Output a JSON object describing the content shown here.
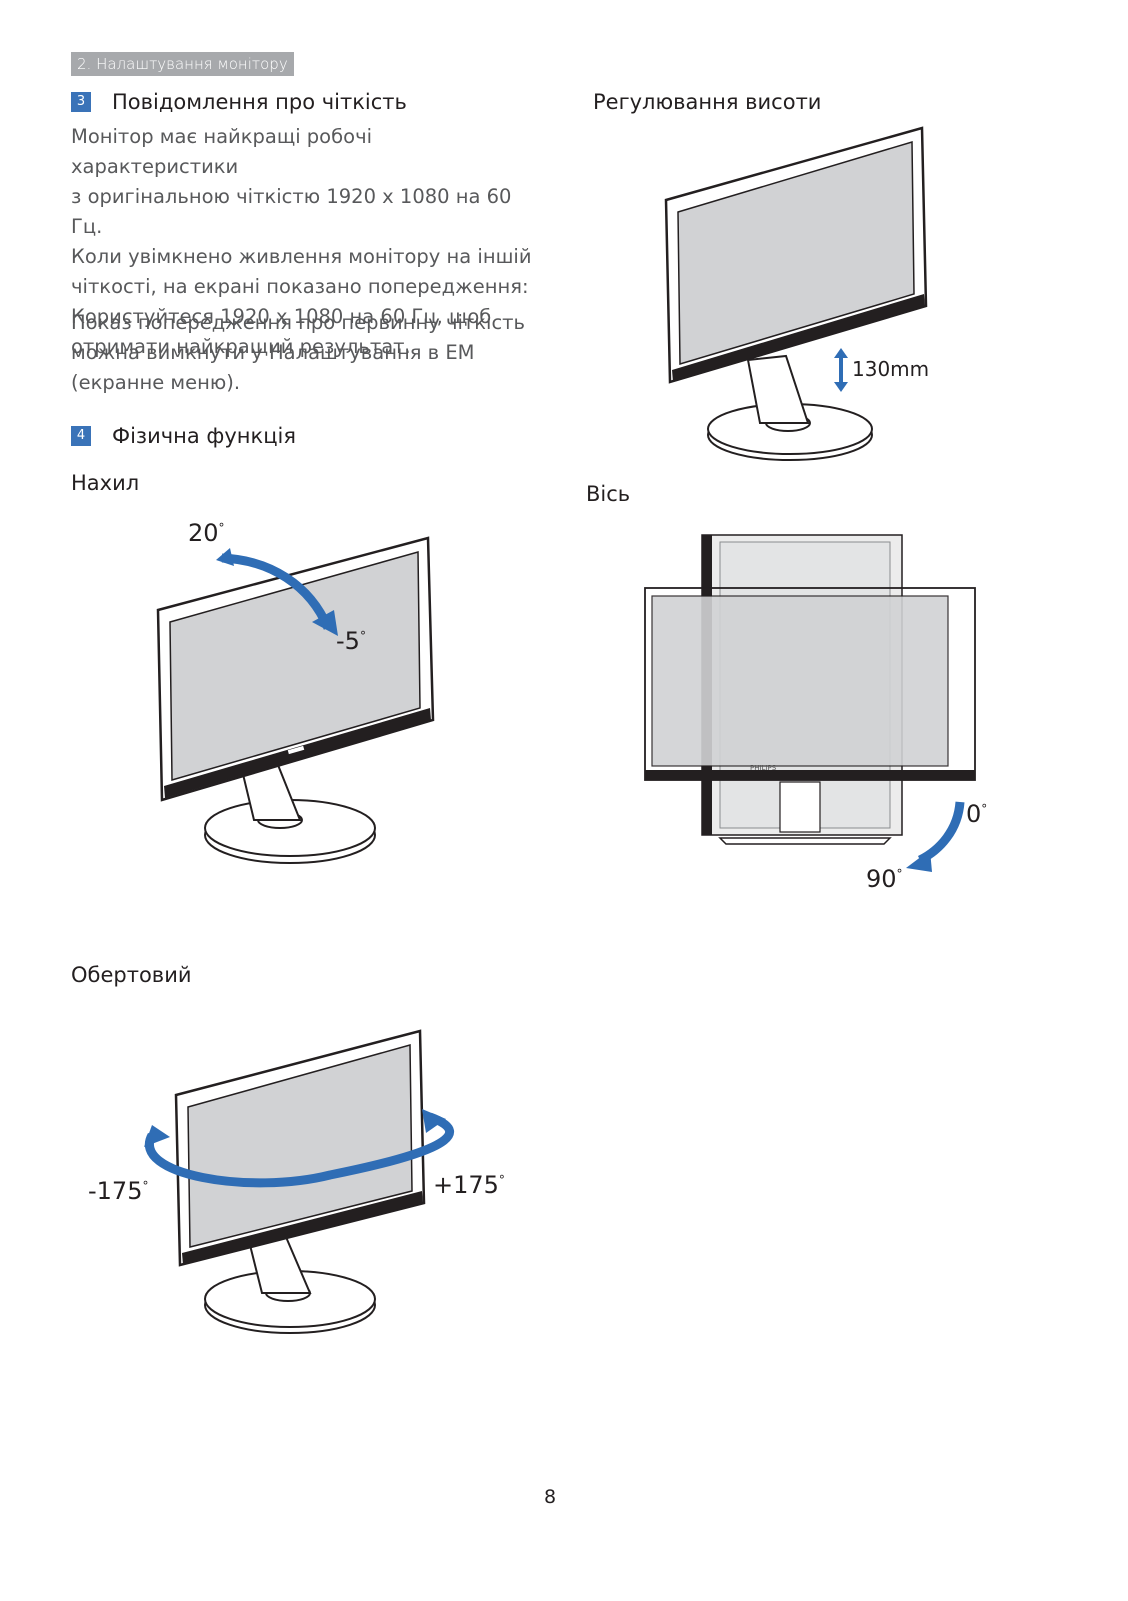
{
  "header": {
    "chapter": "2. Налаштування монітору"
  },
  "section3": {
    "number": "3",
    "title": "Повідомлення про чіткість",
    "lines1": [
      "Монітор має найкращі робочі характеристики",
      "з оригінальною чіткістю 1920 x 1080 на 60 Гц.",
      "Коли увімкнено живлення монітору на іншій",
      "чіткості, на екрані показано попередження:",
      "Користуйтеся 1920 x 1080 на 60 Гц, щоб",
      "отримати найкращий результат."
    ],
    "lines2": [
      "Показ попередження про первинну чіткість",
      "можна вимкнути у Налаштування в ЕМ",
      "(екранне меню)."
    ]
  },
  "section4": {
    "number": "4",
    "title": "Фізична функція",
    "tilt": {
      "title": "Нахил",
      "angle_up": "20",
      "angle_down": "-5"
    },
    "swivel": {
      "title": "Обертовий",
      "angle_left": "-175",
      "angle_right": "+175"
    },
    "height": {
      "title": "Регулювання висоти",
      "value": "130mm"
    },
    "pivot": {
      "title": "Вісь",
      "angle_start": "0",
      "angle_end": "90",
      "brand": "PHILIPS"
    }
  },
  "footer": {
    "page_number": "8"
  },
  "colors": {
    "accent_blue": "#2f6db5",
    "screen_gray": "#d1d2d4",
    "outline": "#231f20"
  }
}
